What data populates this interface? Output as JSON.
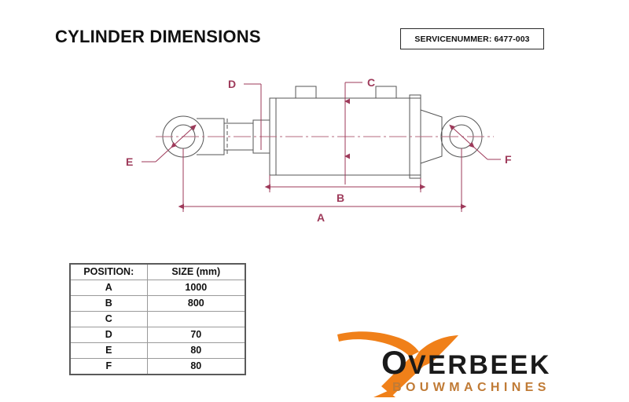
{
  "header": {
    "title": "CYLINDER DIMENSIONS",
    "service_number_label": "SERVICENUMMER: 6477-003"
  },
  "drawing": {
    "description": "Technical side-view drawing of a double-acting hydraulic cylinder with eye ends at both sides and two ports on top of the barrel",
    "dimension_color": "#9e3a5a",
    "outline_color": "#555555",
    "callouts": [
      {
        "id": "A",
        "label": "A",
        "type": "overall-length",
        "placement": "bottom"
      },
      {
        "id": "B",
        "label": "B",
        "type": "barrel-length",
        "placement": "bottom"
      },
      {
        "id": "C",
        "label": "C",
        "type": "barrel-diameter",
        "placement": "top-center"
      },
      {
        "id": "D",
        "label": "D",
        "type": "rod-diameter",
        "placement": "top-left"
      },
      {
        "id": "E",
        "label": "E",
        "type": "rod-eye-bore",
        "placement": "left"
      },
      {
        "id": "F",
        "label": "F",
        "type": "base-eye-bore",
        "placement": "right"
      }
    ]
  },
  "table": {
    "headers": [
      "POSITION:",
      "SIZE (mm)"
    ],
    "rows": [
      {
        "position": "A",
        "size": "1000"
      },
      {
        "position": "B",
        "size": "800"
      },
      {
        "position": "C",
        "size": ""
      },
      {
        "position": "D",
        "size": "70"
      },
      {
        "position": "E",
        "size": "80"
      },
      {
        "position": "F",
        "size": "80"
      }
    ]
  },
  "logo": {
    "name_primary": "VERBEEK",
    "name_initial": "O",
    "name_full": "OVERBEEK",
    "tagline": "BOUWMACHINES",
    "orange": "#F08019",
    "dark": "#1a1a1a",
    "tagline_color": "#C07B36"
  }
}
